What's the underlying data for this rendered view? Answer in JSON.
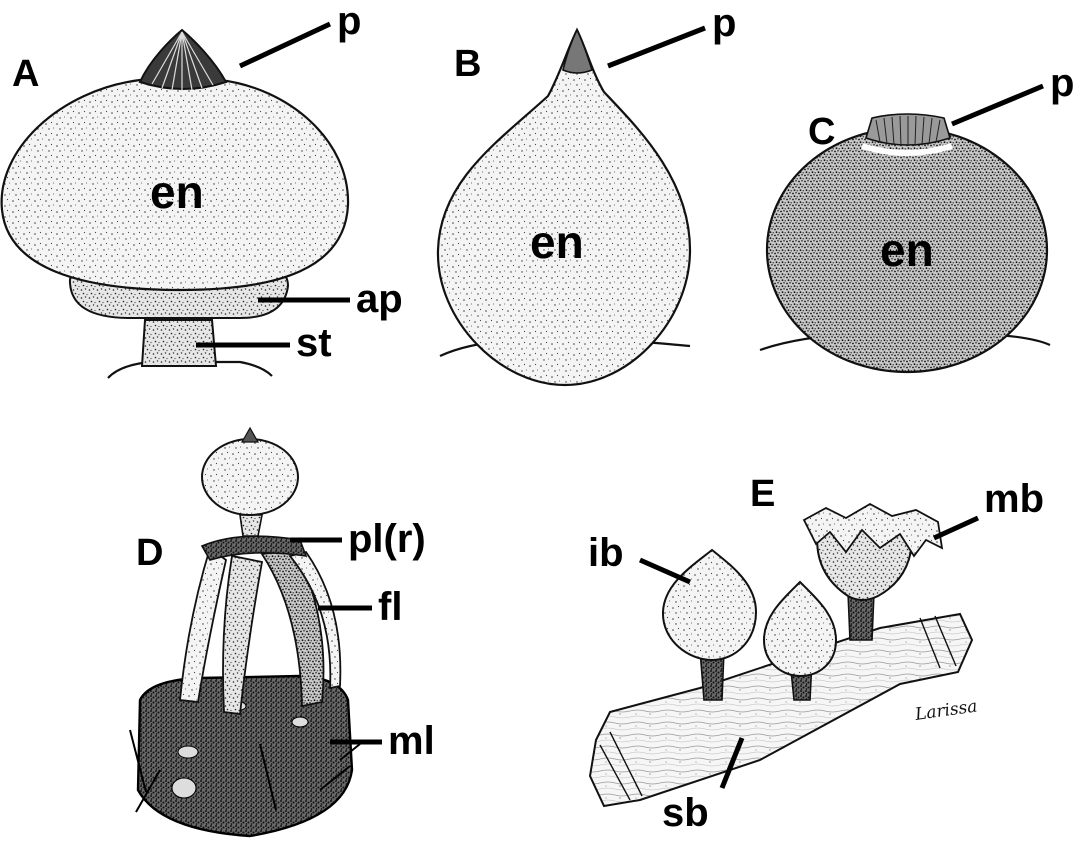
{
  "panels": [
    {
      "letter": "A",
      "labels": {
        "en": "en",
        "p": "p",
        "ap": "ap",
        "st": "st"
      }
    },
    {
      "letter": "B",
      "labels": {
        "en": "en",
        "p": "p"
      }
    },
    {
      "letter": "C",
      "labels": {
        "en": "en",
        "p": "p"
      }
    },
    {
      "letter": "D",
      "labels": {
        "pl": "pl(r)",
        "fl": "fl",
        "ml": "ml"
      }
    },
    {
      "letter": "E",
      "labels": {
        "ib": "ib",
        "mb": "mb",
        "sb": "sb"
      }
    }
  ],
  "signature": "Larissa"
}
